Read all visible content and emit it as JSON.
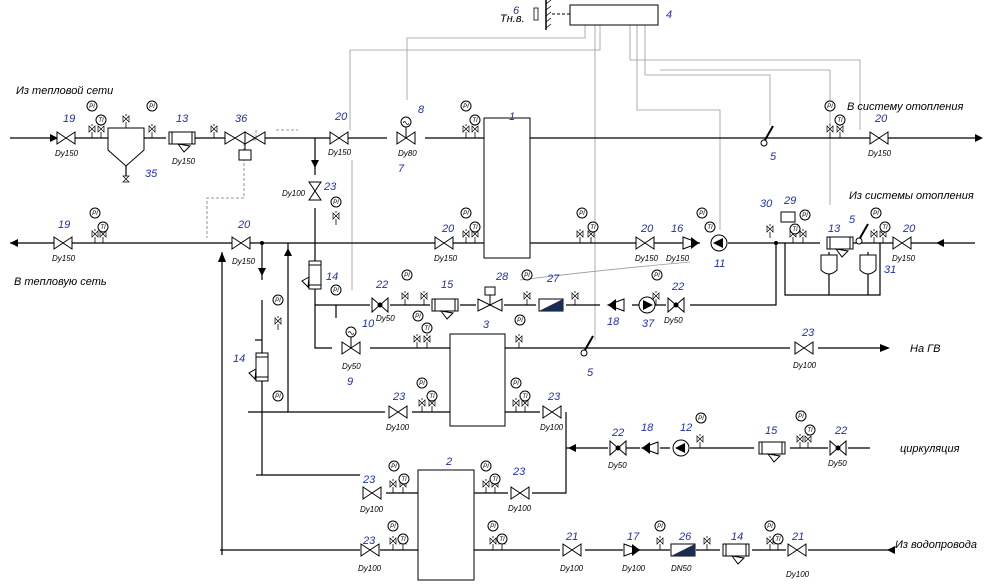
{
  "captions": {
    "from_heat_net": "Из тепловой сети",
    "to_heating": "В систему отопления",
    "from_heating": "Из системы отопления",
    "to_heat_net": "В тепловую сеть",
    "to_hw": "На ГВ",
    "circulation": "циркуляция",
    "from_water": "Из водопровода",
    "outdoor_temp": "Тн.в."
  },
  "instrument_labels": {
    "pressure": "PI",
    "temperature": "TI"
  },
  "element_numbers": [
    {
      "id": "n6",
      "text": "6"
    },
    {
      "id": "n4",
      "text": "4"
    },
    {
      "id": "n19a",
      "text": "19"
    },
    {
      "id": "n13a",
      "text": "13"
    },
    {
      "id": "n36",
      "text": "36"
    },
    {
      "id": "n35",
      "text": "35"
    },
    {
      "id": "n20a",
      "text": "20"
    },
    {
      "id": "n8",
      "text": "8"
    },
    {
      "id": "n7",
      "text": "7"
    },
    {
      "id": "n1",
      "text": "1"
    },
    {
      "id": "n5a",
      "text": "5"
    },
    {
      "id": "n20b",
      "text": "20"
    },
    {
      "id": "n23a",
      "text": "23"
    },
    {
      "id": "n30",
      "text": "30"
    },
    {
      "id": "n29",
      "text": "29"
    },
    {
      "id": "n5b",
      "text": "5"
    },
    {
      "id": "n19b",
      "text": "19"
    },
    {
      "id": "n20c",
      "text": "20"
    },
    {
      "id": "n20d",
      "text": "20"
    },
    {
      "id": "n20e",
      "text": "20"
    },
    {
      "id": "n16",
      "text": "16"
    },
    {
      "id": "n11",
      "text": "11"
    },
    {
      "id": "n13b",
      "text": "13"
    },
    {
      "id": "n20f",
      "text": "20"
    },
    {
      "id": "n31",
      "text": "31"
    },
    {
      "id": "n14a",
      "text": "14"
    },
    {
      "id": "n22a",
      "text": "22"
    },
    {
      "id": "n15a",
      "text": "15"
    },
    {
      "id": "n28",
      "text": "28"
    },
    {
      "id": "n27",
      "text": "27"
    },
    {
      "id": "n3",
      "text": "3"
    },
    {
      "id": "n18a",
      "text": "18"
    },
    {
      "id": "n37",
      "text": "37"
    },
    {
      "id": "n22b",
      "text": "22"
    },
    {
      "id": "n10",
      "text": "10"
    },
    {
      "id": "n23b",
      "text": "23"
    },
    {
      "id": "n9",
      "text": "9"
    },
    {
      "id": "n5c",
      "text": "5"
    },
    {
      "id": "n14b",
      "text": "14"
    },
    {
      "id": "n23c",
      "text": "23"
    },
    {
      "id": "n23d",
      "text": "23"
    },
    {
      "id": "n22c",
      "text": "22"
    },
    {
      "id": "n18b",
      "text": "18"
    },
    {
      "id": "n12",
      "text": "12"
    },
    {
      "id": "n15b",
      "text": "15"
    },
    {
      "id": "n22d",
      "text": "22"
    },
    {
      "id": "n2",
      "text": "2"
    },
    {
      "id": "n23e",
      "text": "23"
    },
    {
      "id": "n23f",
      "text": "23"
    },
    {
      "id": "n23g",
      "text": "23"
    },
    {
      "id": "n21a",
      "text": "21"
    },
    {
      "id": "n17",
      "text": "17"
    },
    {
      "id": "n26",
      "text": "26"
    },
    {
      "id": "n14c",
      "text": "14"
    },
    {
      "id": "n21b",
      "text": "21"
    }
  ],
  "diameter_labels": [
    {
      "id": "d1",
      "text": "Dy150"
    },
    {
      "id": "d2",
      "text": "Dy150"
    },
    {
      "id": "d3",
      "text": "Dy150"
    },
    {
      "id": "d4",
      "text": "Dy80"
    },
    {
      "id": "d5",
      "text": "Dy150"
    },
    {
      "id": "d6",
      "text": "Dy100"
    },
    {
      "id": "d7",
      "text": "Dy150"
    },
    {
      "id": "d8",
      "text": "Dy150"
    },
    {
      "id": "d9",
      "text": "Dy150"
    },
    {
      "id": "d10",
      "text": "Dy150"
    },
    {
      "id": "d11",
      "text": "Dy150"
    },
    {
      "id": "d12",
      "text": "Dy150"
    },
    {
      "id": "d13",
      "text": "Dy50"
    },
    {
      "id": "d14",
      "text": "Dy50"
    },
    {
      "id": "d15",
      "text": "Dy100"
    },
    {
      "id": "d16",
      "text": "Dy50"
    },
    {
      "id": "d17",
      "text": "Dy100"
    },
    {
      "id": "d18",
      "text": "Dy100"
    },
    {
      "id": "d19",
      "text": "Dy50"
    },
    {
      "id": "d20",
      "text": "Dy50"
    },
    {
      "id": "d21",
      "text": "Dy100"
    },
    {
      "id": "d22",
      "text": "Dy100"
    },
    {
      "id": "d23",
      "text": "Dy100"
    },
    {
      "id": "d24",
      "text": "Dy100"
    },
    {
      "id": "d25",
      "text": "Dy100"
    },
    {
      "id": "d26",
      "text": "DN50"
    },
    {
      "id": "d27",
      "text": "Dy100"
    }
  ]
}
